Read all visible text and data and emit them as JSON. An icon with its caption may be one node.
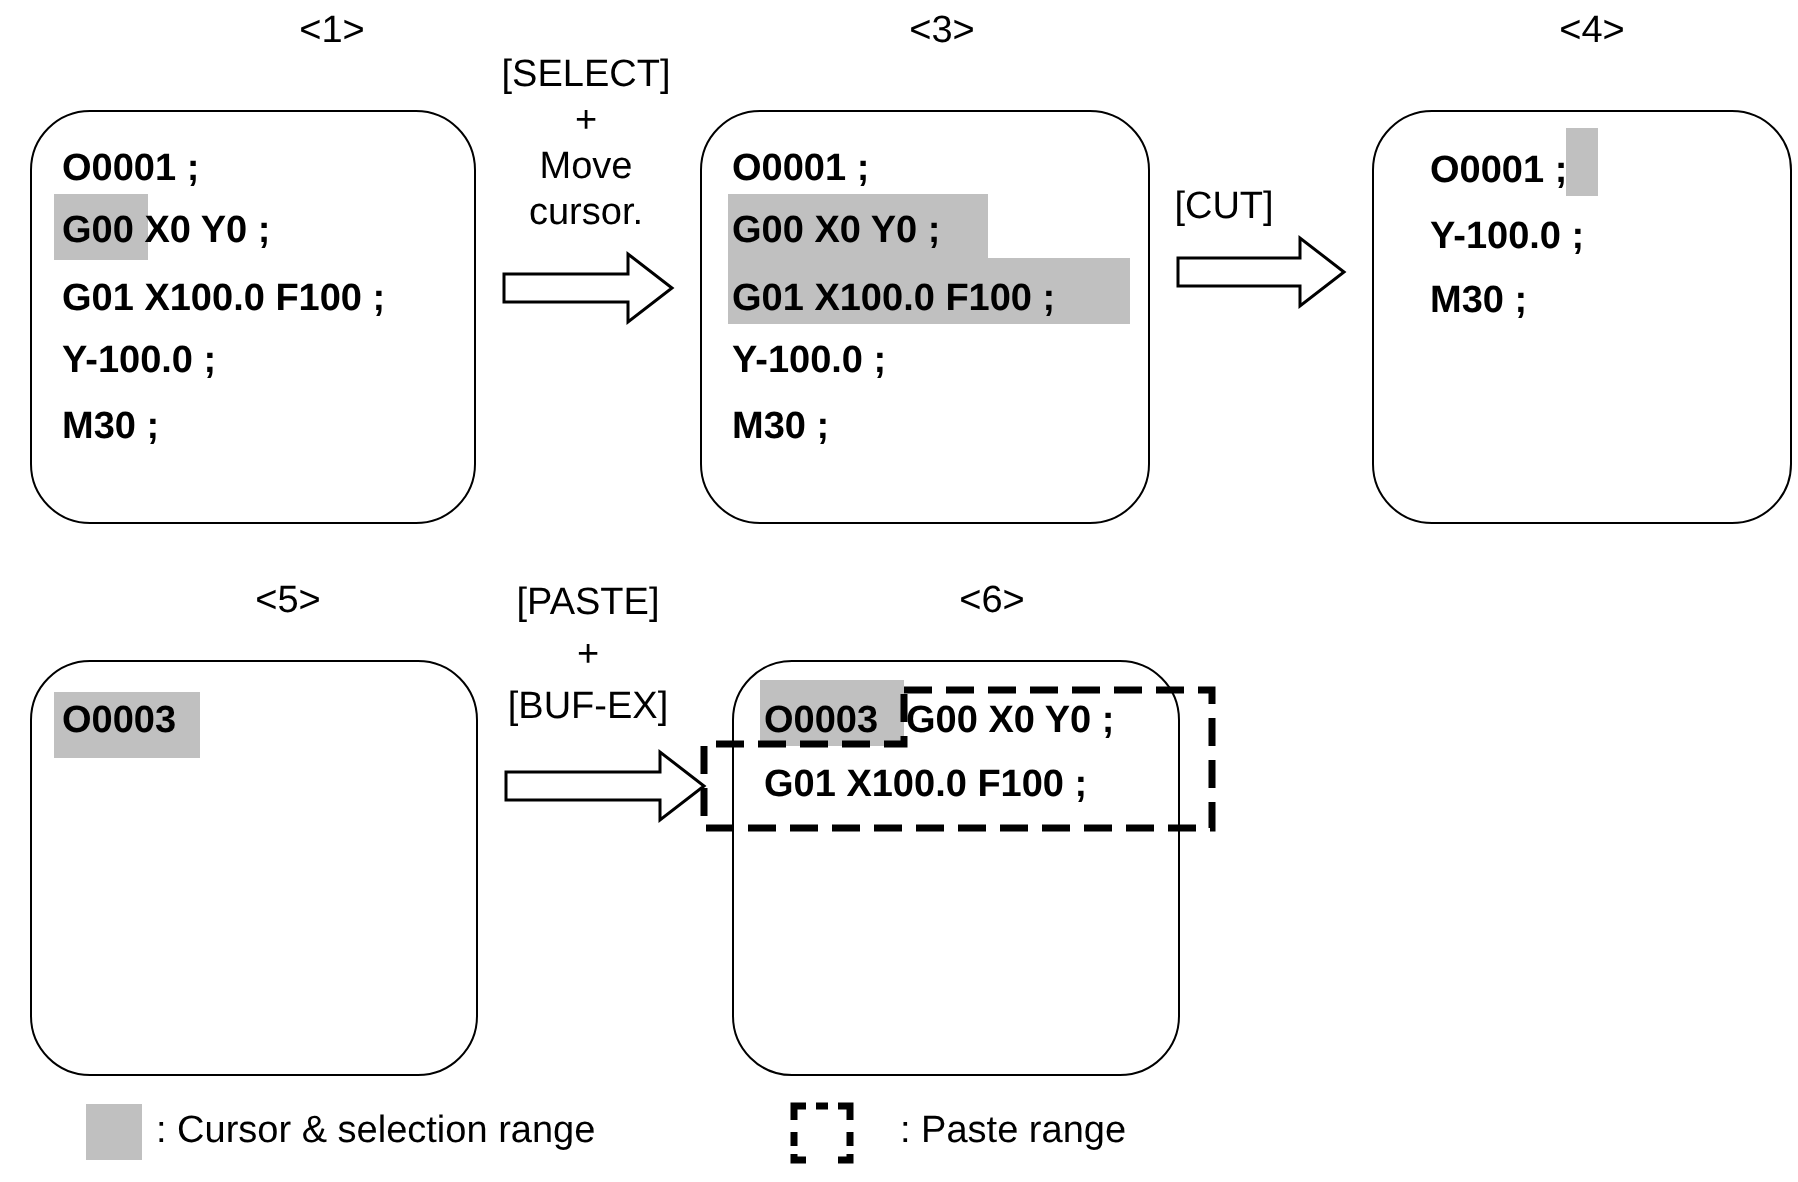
{
  "diagram": {
    "nodes": [
      {
        "text": [
          "<1>",
          "O0001 ;",
          "G00 X0 Y0 ;",
          "G01 X100.0 F100 ;",
          "Y-100.0 ;",
          "M30 ;"
        ]
      },
      {
        "text": [
          "<3>",
          "O0001 ;",
          "G00 X0 Y0 ;",
          "G01 X100.0 F100 ;",
          "Y-100.0 ;",
          "M30 ;"
        ]
      },
      {
        "text": [
          "<4>",
          "O0001 ;",
          "Y-100.0 ;",
          "M30 ;"
        ]
      },
      {
        "text": [
          "<5>",
          "O0003"
        ]
      },
      {
        "text": [
          "<6>",
          "O0003",
          "G00 X0 Y0 ;",
          "G01 X100.0 F100 ;"
        ]
      }
    ],
    "edges": [
      {
        "from": 0,
        "to": 1,
        "arrow": "to",
        "label": "[SELECT] + Move cursor."
      },
      {
        "from": 1,
        "to": 2,
        "arrow": "to",
        "label": "[CUT]"
      },
      {
        "from": 3,
        "to": 4,
        "arrow": "to",
        "label": "[PASTE] + [BUF-EX]"
      }
    ],
    "legend": [
      {
        "text": ": Cursor & selection range",
        "color": "#c0c0c0"
      },
      {
        "text": ": Paste range"
      }
    ]
  }
}
